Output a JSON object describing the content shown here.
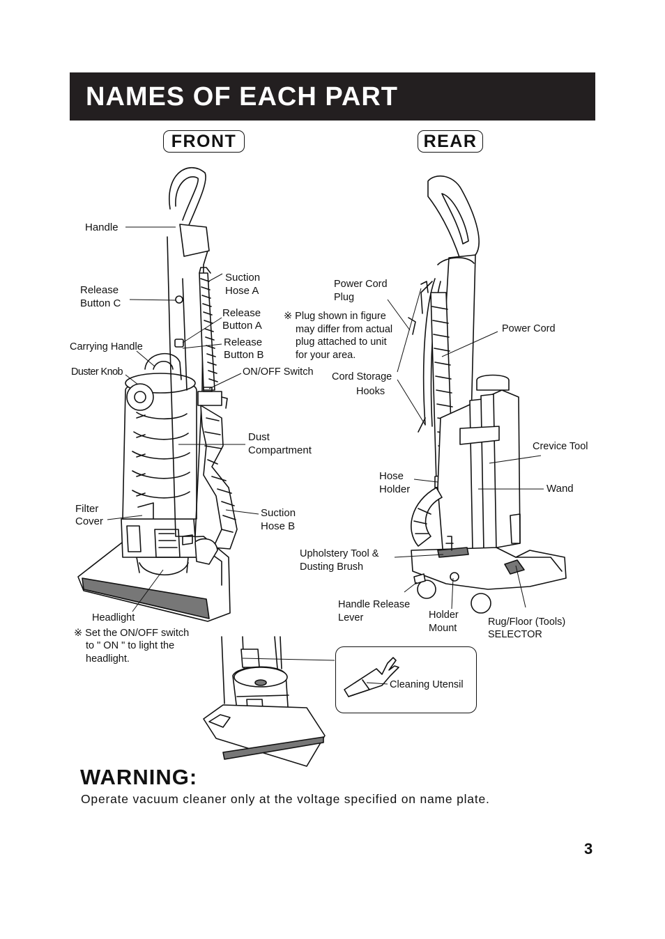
{
  "title": "NAMES OF EACH PART",
  "views": {
    "front": "FRONT",
    "rear": "REAR"
  },
  "front_labels": {
    "handle": "Handle",
    "suction_hose_a_1": "Suction",
    "suction_hose_a_2": "Hose A",
    "release_c_1": "Release",
    "release_c_2": "Button C",
    "release_a_1": "Release",
    "release_a_2": "Button A",
    "release_b_1": "Release",
    "release_b_2": "Button B",
    "carrying_handle": "Carrying Handle",
    "duster_knob": "Duster Knob",
    "on_off_switch": "ON/OFF Switch",
    "dust_1": "Dust",
    "dust_2": "Compartment",
    "filter_1": "Filter",
    "filter_2": "Cover",
    "suction_hose_b_1": "Suction",
    "suction_hose_b_2": "Hose B",
    "headlight": "Headlight",
    "headlight_note_1": "※ Set the ON/OFF switch",
    "headlight_note_2": "to \" ON \" to light the",
    "headlight_note_3": "headlight."
  },
  "rear_labels": {
    "power_cord_plug_1": "Power Cord",
    "power_cord_plug_2": "Plug",
    "plug_note_1": "※ Plug shown in figure",
    "plug_note_2": "may differ from actual",
    "plug_note_3": "plug attached to unit",
    "plug_note_4": "for your area.",
    "power_cord": "Power Cord",
    "cord_storage_1": "Cord Storage",
    "cord_storage_2": "Hooks",
    "crevice_tool": "Crevice Tool",
    "hose_holder_1": "Hose",
    "hose_holder_2": "Holder",
    "wand": "Wand",
    "upholstery_1": "Upholstery Tool  &",
    "upholstery_2": "Dusting Brush",
    "handle_release_1": "Handle Release",
    "handle_release_2": "Lever",
    "holder_mount_1": "Holder",
    "holder_mount_2": "Mount",
    "selector_1": "Rug/Floor (Tools)",
    "selector_2": "SELECTOR"
  },
  "cleaning_utensil": "Cleaning Utensil",
  "warning": {
    "title": "WARNING:",
    "text": "Operate vacuum cleaner only at the voltage specified on name plate."
  },
  "page_number": "3"
}
